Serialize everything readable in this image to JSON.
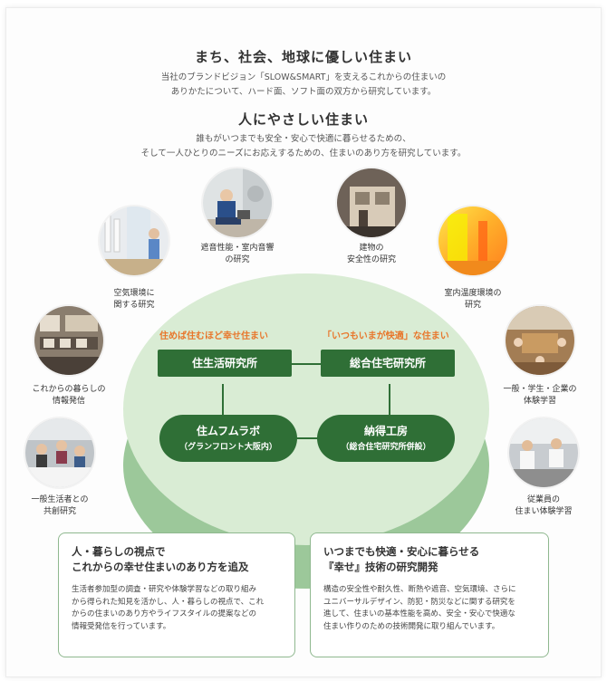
{
  "header": {
    "title": "まち、社会、地球に優しい住まい",
    "intro_lines": [
      "当社のブランドビジョン「SLOW&SMART」を支えるこれからの住まいの",
      "ありかたについて、ハード面、ソフト面の双方から研究しています。"
    ]
  },
  "section": {
    "title": "人にやさしい住まい",
    "desc_lines": [
      "誰もがいつまでも安全・安心で快適に暮らせるための、",
      "そして一人ひとりのニーズにお応えするための、住まいのあり方を研究しています。"
    ]
  },
  "center": {
    "tag_left": "住めば住むほど幸せ住まい",
    "tag_right": "「いつもいまが快適」な住まい",
    "box_left": "住生活研究所",
    "box_right": "総合住宅研究所",
    "pill_left": {
      "title": "住ムフムラボ",
      "sub": "（グランフロント大阪内）"
    },
    "pill_right": {
      "title": "納得工房",
      "sub": "（総合住宅研究所併設）"
    }
  },
  "photos": [
    {
      "icon": "worker-photo-icon",
      "caption": [
        "遮音性能・室内音響",
        "の研究"
      ]
    },
    {
      "icon": "building-photo-icon",
      "caption": [
        "建物の",
        "安全性の研究"
      ]
    },
    {
      "icon": "curtain-photo-icon",
      "caption": [
        "空気環境に",
        "関する研究"
      ]
    },
    {
      "icon": "thermal-photo-icon",
      "caption": [
        "室内温度環境の",
        "研究"
      ]
    },
    {
      "icon": "exhibit-photo-icon",
      "caption": [
        "これからの暮らしの",
        "情報発信"
      ]
    },
    {
      "icon": "room-photo-icon",
      "caption": [
        "一般・学生・企業の",
        "体験学習"
      ]
    },
    {
      "icon": "workshop-photo-icon",
      "caption": [
        "一般生活者との",
        "共創研究"
      ]
    },
    {
      "icon": "staff-photo-icon",
      "caption": [
        "従業員の",
        "住まい体験学習"
      ]
    }
  ],
  "cards": {
    "left": {
      "title_lines": [
        "人・暮らしの視点で",
        "これからの幸せ住まいのあり方を追及"
      ],
      "body_lines": [
        "生活者参加型の調査・研究や体験学習などの取り組み",
        "から得られた知見を活かし、人・暮らしの視点で、これ",
        "からの住まいのあり方やライフスタイルの提案などの",
        "情報受発信を行っています。"
      ]
    },
    "right": {
      "title_lines": [
        "いつまでも快適・安心に暮らせる",
        "『幸せ』技術の研究開発"
      ],
      "body_lines": [
        "構造の安全性や耐久性、断熱や遮音、空気環境、さらに",
        "ユニバーサルデザイン、防犯・防災などに関する研究を",
        "進して、住まいの基本性能を高め、安全・安心で快適な",
        "住まい作りのための技術開発に取り組んでいます。"
      ]
    }
  },
  "colors": {
    "dark_green": "#2f6f36",
    "light_green": "#d9ecd4",
    "mid_green": "#9cc89a",
    "orange": "#e8762b"
  }
}
